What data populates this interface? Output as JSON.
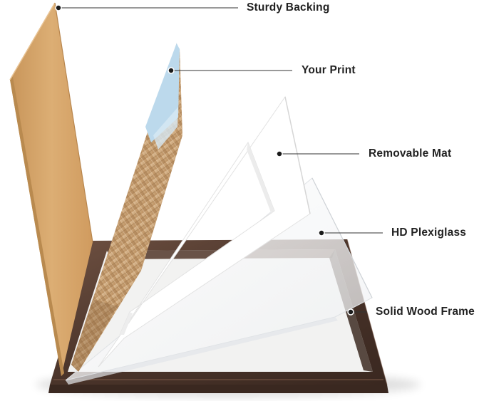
{
  "callouts": {
    "backing": "Sturdy Backing",
    "print": "Your Print",
    "mat": "Removable Mat",
    "plexiglass": "HD Plexiglass",
    "frame": "Solid Wood Frame"
  },
  "colors": {
    "frame_wood": "#4a342a",
    "frame_wood_light": "#6b4d3e",
    "backing": "#d8a86a",
    "backing_edge": "#b98a4f",
    "mat": "#ffffff",
    "print_sky": "#bcd9ec",
    "print_wicker": "#c9a37a",
    "leader_line": "#333333"
  }
}
